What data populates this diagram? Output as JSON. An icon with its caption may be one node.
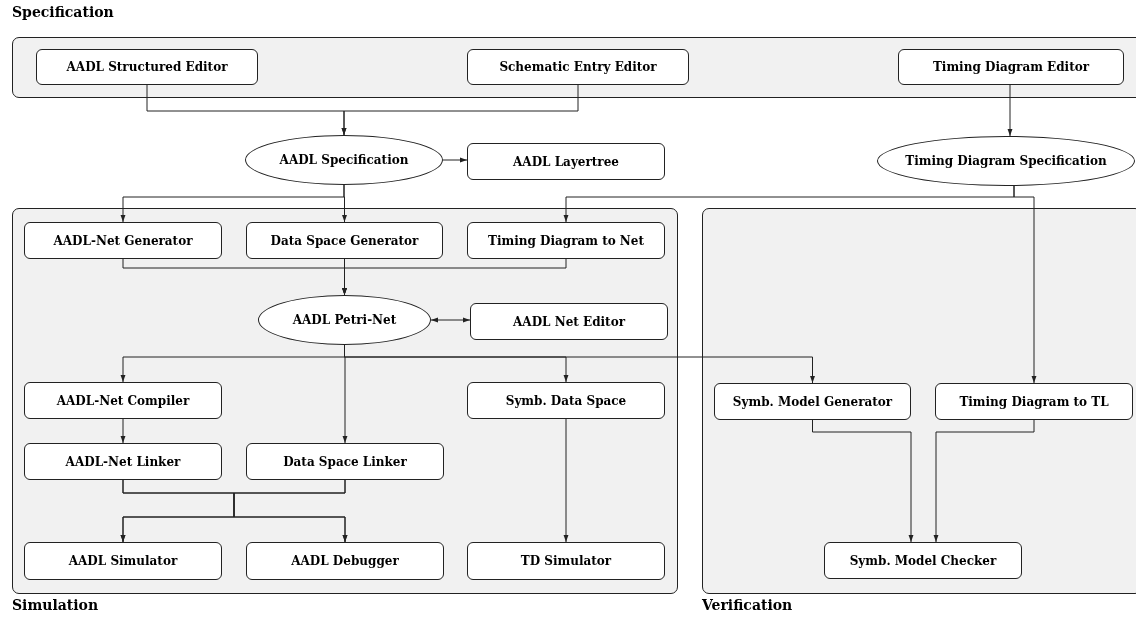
{
  "diagram": {
    "nodes": [
      {
        "text": [
          "Specification"
        ]
      },
      {
        "text": [
          "AADL Structured Editor"
        ],
        "in": 0
      },
      {
        "text": [
          "Schematic Entry Editor"
        ],
        "in": 0
      },
      {
        "text": [
          "Timing Diagram Editor"
        ],
        "in": 0
      },
      {
        "text": [
          "AADL Specification"
        ]
      },
      {
        "text": [
          "AADL Layertree"
        ]
      },
      {
        "text": [
          "Timing Diagram Specification"
        ]
      },
      {
        "text": [
          "Simulation"
        ]
      },
      {
        "text": [
          "AADL-Net Generator"
        ],
        "in": 7
      },
      {
        "text": [
          "Data Space Generator"
        ],
        "in": 7
      },
      {
        "text": [
          "Timing Diagram to Net"
        ],
        "in": 7
      },
      {
        "text": [
          "AADL Petri-Net"
        ],
        "in": 7
      },
      {
        "text": [
          "AADL Net Editor"
        ],
        "in": 7
      },
      {
        "text": [
          "AADL-Net Compiler"
        ],
        "in": 7
      },
      {
        "text": [
          "Symb. Data Space"
        ],
        "in": 7
      },
      {
        "text": [
          "AADL-Net Linker"
        ],
        "in": 7
      },
      {
        "text": [
          "Data Space Linker"
        ],
        "in": 7
      },
      {
        "text": [
          "AADL Simulator"
        ],
        "in": 7
      },
      {
        "text": [
          "AADL Debugger"
        ],
        "in": 7
      },
      {
        "text": [
          "TD Simulator"
        ],
        "in": 7
      },
      {
        "text": [
          "Verification"
        ]
      },
      {
        "text": [
          "Symb. Model Generator"
        ],
        "in": 20
      },
      {
        "text": [
          "Timing Diagram to TL"
        ],
        "in": 20
      },
      {
        "text": [
          "Symb. Model Checker"
        ],
        "in": 20
      }
    ],
    "edges": [
      {
        "from": 1,
        "to": 4,
        "arrow": "to"
      },
      {
        "from": 2,
        "to": 4,
        "arrow": "to"
      },
      {
        "from": 3,
        "to": 6,
        "arrow": "to"
      },
      {
        "from": 4,
        "to": 5,
        "arrow": "to"
      },
      {
        "from": 4,
        "to": 8,
        "arrow": "to"
      },
      {
        "from": 4,
        "to": 9,
        "arrow": "to"
      },
      {
        "from": 6,
        "to": 10,
        "arrow": "to"
      },
      {
        "from": 6,
        "to": 22,
        "arrow": "to"
      },
      {
        "from": 8,
        "to": 11,
        "arrow": "to"
      },
      {
        "from": 9,
        "to": 11,
        "arrow": "to"
      },
      {
        "from": 10,
        "to": 11,
        "arrow": "to"
      },
      {
        "from": 11,
        "to": 12,
        "arrow": "both"
      },
      {
        "from": 11,
        "to": 13,
        "arrow": "to"
      },
      {
        "from": 11,
        "to": 16,
        "arrow": "to"
      },
      {
        "from": 11,
        "to": 14,
        "arrow": "to"
      },
      {
        "from": 11,
        "to": 21,
        "arrow": "to"
      },
      {
        "from": 13,
        "to": 15,
        "arrow": "to"
      },
      {
        "from": 15,
        "to": 17,
        "arrow": "to"
      },
      {
        "from": 15,
        "to": 18,
        "arrow": "to"
      },
      {
        "from": 16,
        "to": 17,
        "arrow": "to"
      },
      {
        "from": 16,
        "to": 18,
        "arrow": "to"
      },
      {
        "from": 14,
        "to": 19,
        "arrow": "to"
      },
      {
        "from": 21,
        "to": 23,
        "arrow": "to"
      },
      {
        "from": 22,
        "to": 23,
        "arrow": "to"
      }
    ]
  }
}
